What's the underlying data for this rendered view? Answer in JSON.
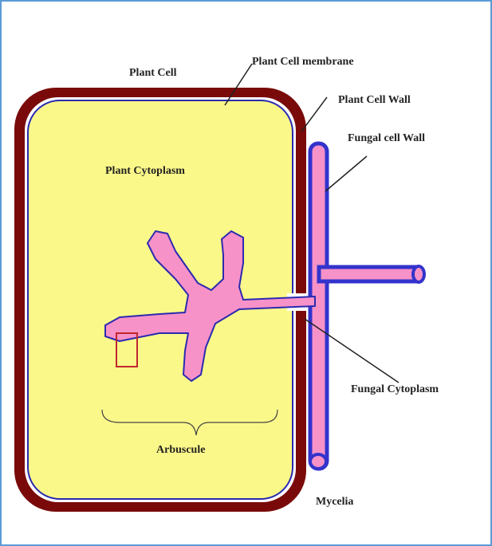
{
  "labels": {
    "plant_cell": "Plant Cell",
    "plant_cell_membrane": "Plant Cell membrane",
    "plant_cell_wall": "Plant Cell Wall",
    "fungal_cell_wall": "Fungal cell Wall",
    "plant_cytoplasm": "Plant Cytoplasm",
    "fungal_cytoplasm": "Fungal Cytoplasm",
    "arbuscule": "Arbuscule",
    "mycelia": "Mycelia"
  },
  "colors": {
    "cell_wall": "#7a0a0a",
    "membrane": "#2a2ab0",
    "cytoplasm": "#fbf88a",
    "fungal_cytoplasm": "#f792c8",
    "fungal_wall": "#3333cc",
    "highlight_box": "#c0282d",
    "frame": "#5b9bd5"
  }
}
